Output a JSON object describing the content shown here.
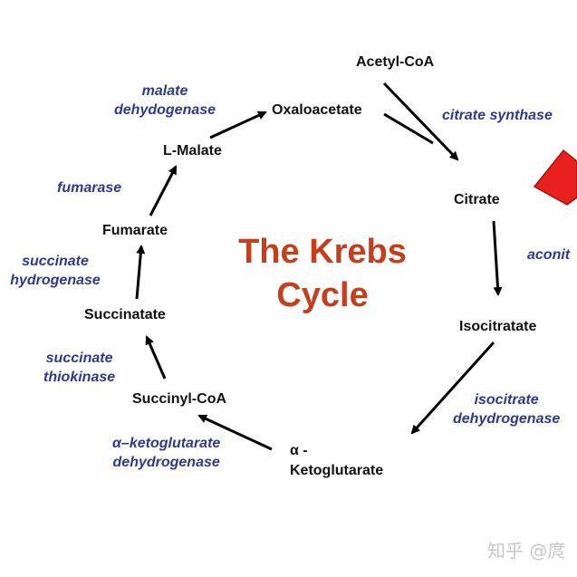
{
  "diagram": {
    "title_line1": "The Krebs",
    "title_line2": "Cycle",
    "metabolites": {
      "acetyl_coa": "Acetyl-CoA",
      "oxaloacetate": "Oxaloacetate",
      "citrate": "Citrate",
      "isocitratate": "Isocitratate",
      "alpha_ketoglutarate_line1": "α -",
      "alpha_ketoglutarate_line2": "Ketoglutarate",
      "succinyl_coa": "Succinyl-CoA",
      "succinatate": "Succinatate",
      "fumarate": "Fumarate",
      "l_malate": "L-Malate"
    },
    "enzymes": {
      "malate_dh_line1": "malate",
      "malate_dh_line2": "dehydogenase",
      "citrate_synthase": "citrate synthase",
      "aconitase_partial": "aconit",
      "isocitrate_dh_line1": "isocitrate",
      "isocitrate_dh_line2": "dehydrogenase",
      "akg_dh_line1": "α–ketoglutarate",
      "akg_dh_line2": "dehydrogenase",
      "succinate_thiokinase_line1": "succinate",
      "succinate_thiokinase_line2": "thiokinase",
      "succinate_dh_line1": "succinate",
      "succinate_dh_line2": "hydrogenase",
      "fumarase": "fumarase"
    },
    "colors": {
      "title": "#c2401e",
      "enzyme_text": "#2e3a8c",
      "metabolite_text": "#111111",
      "highlight_arrow": "#e8201e"
    }
  },
  "watermark": "知乎 @庹"
}
